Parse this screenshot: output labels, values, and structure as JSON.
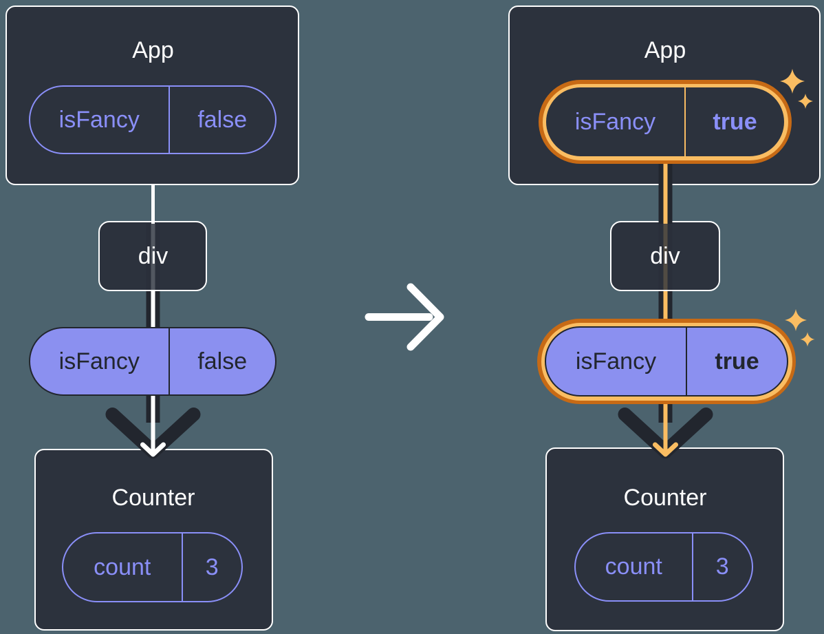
{
  "diagram": {
    "left": {
      "app": {
        "title": "App"
      },
      "app_pill": {
        "name": "isFancy",
        "value": "false"
      },
      "div_label": "div",
      "mid_pill": {
        "name": "isFancy",
        "value": "false"
      },
      "counter": {
        "title": "Counter"
      },
      "counter_pill": {
        "name": "count",
        "value": "3"
      }
    },
    "right": {
      "app": {
        "title": "App"
      },
      "app_pill": {
        "name": "isFancy",
        "value": "true"
      },
      "div_label": "div",
      "mid_pill": {
        "name": "isFancy",
        "value": "true"
      },
      "counter": {
        "title": "Counter"
      },
      "counter_pill": {
        "name": "count",
        "value": "3"
      }
    }
  },
  "icons": {
    "transition": "arrow-right-icon",
    "highlight": "sparkle-icon"
  },
  "colors": {
    "background": "#4C636E",
    "card": "#2C323D",
    "dark": "#22262E",
    "purple": "#8A8FF8",
    "purple_fill": "#8B90F0",
    "highlight_orange": "#FABD62",
    "highlight_orange_dark": "#C76A15",
    "white": "#FFFFFF"
  }
}
